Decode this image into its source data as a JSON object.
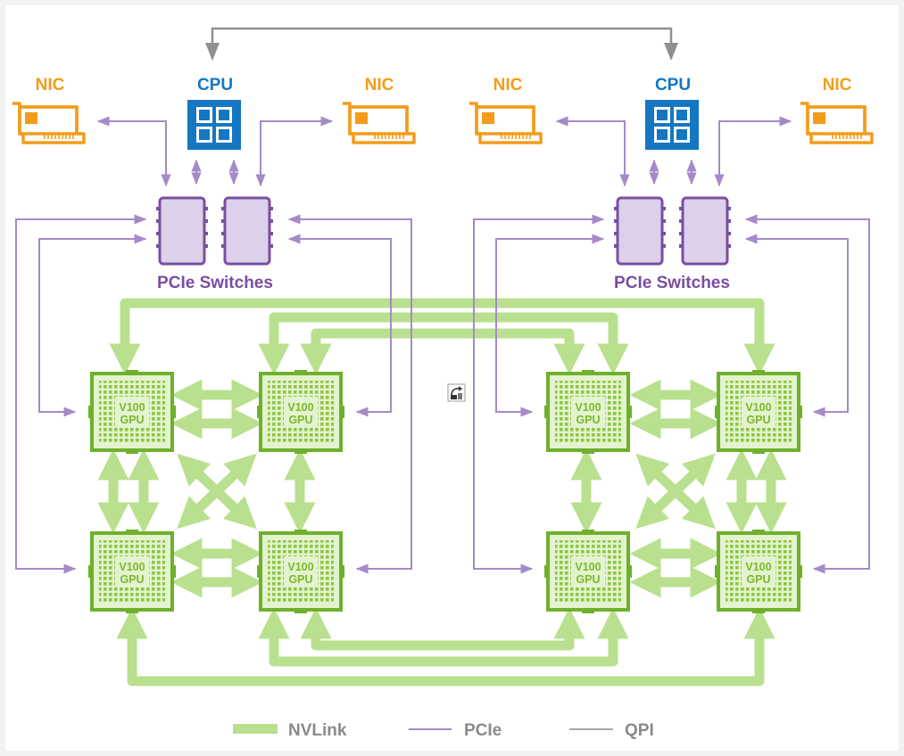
{
  "colors": {
    "nvlink": "#b9e08e",
    "nvlink_dark": "#76b82a",
    "pcie": "#a58ac8",
    "qpi": "#8f8f8f",
    "nic": "#f39c1a",
    "cpu": "#1577c1",
    "switch_fill": "#dcd0ea",
    "switch_stroke": "#7a4ea3",
    "gpu_fill": "#dff1c7",
    "gpu_stroke": "#6fb02c"
  },
  "labels": {
    "nic": "NIC",
    "cpu": "CPU",
    "pcie_switches": "PCIe Switches",
    "gpu_line1": "V100",
    "gpu_line2": "GPU"
  },
  "legend": {
    "nvlink": "NVLink",
    "pcie": "PCIe",
    "qpi": "QPI"
  },
  "icons": {
    "center_badge": "translate-icon"
  }
}
